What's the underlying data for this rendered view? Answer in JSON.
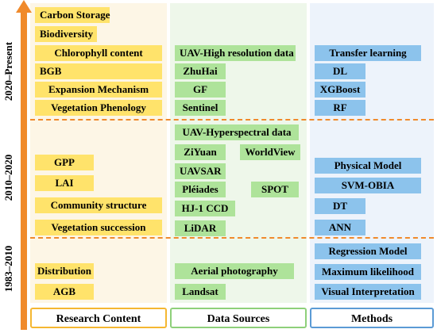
{
  "eras": [
    "2020–Present",
    "2010–2020",
    "1983–2010"
  ],
  "columns": {
    "research": "Research Content",
    "data": "Data Sources",
    "methods": "Methods"
  },
  "research": [
    "Carbon Storage",
    "Biodiversity",
    "Chlorophyll content",
    "BGB",
    "Expansion Mechanism",
    "Vegetation Phenology",
    "GPP",
    "LAI",
    "Community structure",
    "Vegetation succession",
    "Distribution",
    "AGB"
  ],
  "data_sources": [
    "UAV-High resolution data",
    "ZhuHai",
    "GF",
    "Sentinel",
    "UAV-Hyperspectral data",
    "ZiYuan",
    "WorldView",
    "UAVSAR",
    "Pléiades",
    "SPOT",
    "HJ-1 CCD",
    "LiDAR",
    "Aerial photography",
    "Landsat"
  ],
  "methods": [
    "Transfer learning",
    "DL",
    "XGBoost",
    "RF",
    "Physical Model",
    "SVM-OBIA",
    "DT",
    "ANN",
    "Regression Model",
    "Maximum likelihood",
    "Visual Interpretation"
  ],
  "colors": {
    "research_tag": "#ffe36b",
    "data_tag": "#aee39a",
    "methods_tag": "#8cc3ec",
    "timeline": "#f08a2c",
    "research_border": "#f5b731",
    "data_border": "#8ed07a",
    "methods_border": "#5b9bd5"
  }
}
